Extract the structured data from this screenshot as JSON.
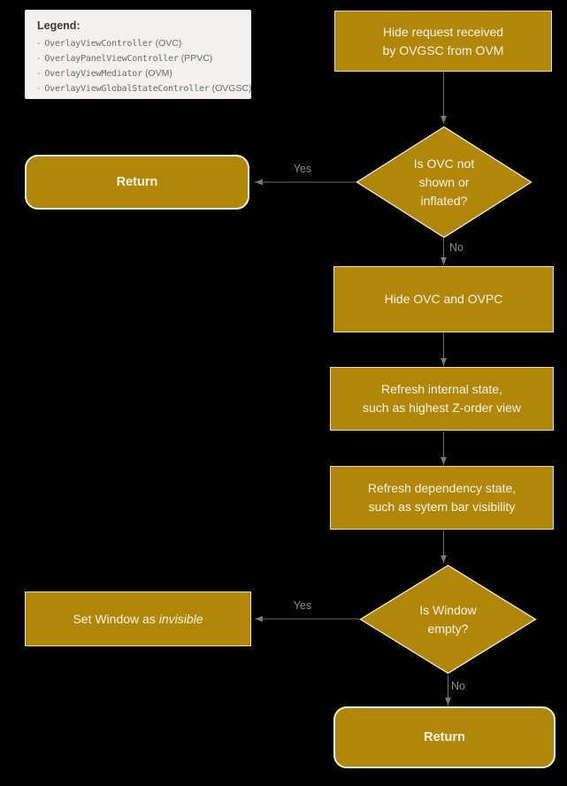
{
  "colors": {
    "background": "#000000",
    "shape_fill": "#b1870a",
    "shape_border": "#f2eddd",
    "shape_text": "#f7f3e8",
    "connector": "#6e6e6e",
    "edge_label_text": "#8c8c8c",
    "legend_background": "#f2f1ef",
    "legend_title_text": "#3a3a3a",
    "legend_item_text": "#6a6a6a"
  },
  "legend": {
    "title": "Legend:",
    "bullet": "-",
    "items": [
      {
        "name": "OverlayViewController",
        "abbr": "(OVC)"
      },
      {
        "name": "OverlayPanelViewController",
        "abbr": "(PPVC)"
      },
      {
        "name": "OverlayViewMediator",
        "abbr": "(OVM)"
      },
      {
        "name": "OverlayViewGlobalStateController",
        "abbr": "(OVGSC)"
      }
    ]
  },
  "nodes": {
    "start": {
      "text": "Hide request received\nby OVGSC from OVM"
    },
    "decision_ovc": {
      "text": "Is OVC not\nshown or\ninflated?"
    },
    "return_top": {
      "text": "Return"
    },
    "hide_ovc": {
      "text": "Hide OVC and OVPC"
    },
    "refresh_internal": {
      "text": "Refresh internal state,\nsuch as highest Z-order view"
    },
    "refresh_dependency": {
      "text": "Refresh dependency state,\nsuch as sytem bar visibility"
    },
    "decision_window": {
      "text": "Is Window\nempty?"
    },
    "set_window": {
      "text_prefix": "Set Window as ",
      "text_italic": "invisible"
    },
    "return_bottom": {
      "text": "Return"
    }
  },
  "edge_labels": {
    "decision_ovc_yes": "Yes",
    "decision_ovc_no": "No",
    "decision_window_yes": "Yes",
    "decision_window_no": "No"
  }
}
